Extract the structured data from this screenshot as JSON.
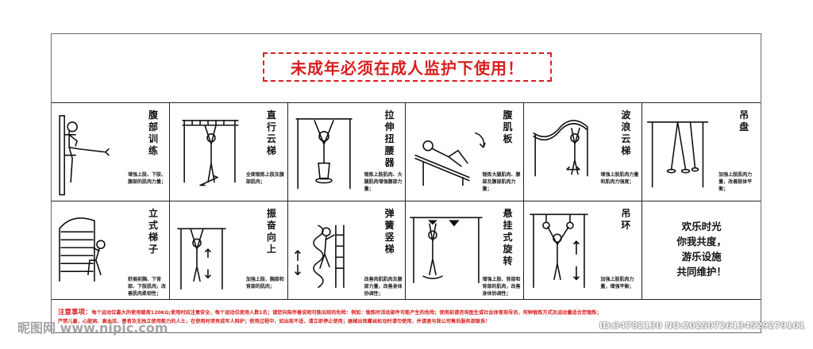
{
  "banner": "未成年必须在成人监护下使用！",
  "stations": [
    {
      "name": "腹部训练",
      "desc": "增强上肢、下肢、腹部的肌肉力量；",
      "icon": "abdominal-trainer-icon"
    },
    {
      "name": "直行云梯",
      "desc": "全面锻炼上肢及腹部肌肉；",
      "icon": "monkey-bars-icon"
    },
    {
      "name": "拉伸扭腰器",
      "desc": "锻炼上肢肌肉、大腿肌肉增强腰部力量；",
      "icon": "waist-twister-icon"
    },
    {
      "name": "腹肌板",
      "desc": "锻炼大腿肌肉、腰部及腹部肌肉力量；",
      "icon": "sit-up-board-icon"
    },
    {
      "name": "波浪云梯",
      "desc": "增强上肢肌肉力量和肌肉力强度；",
      "icon": "wave-ladder-icon"
    },
    {
      "name": "吊盘",
      "desc": "加强上肢肌肉力量，改善肢体平衡；",
      "icon": "hanging-disc-icon"
    },
    {
      "name": "立式梯子",
      "desc": "舒展前胸、下背部、下肢肌肉，改善肌肉柔韧性；",
      "icon": "wall-ladder-icon"
    },
    {
      "name": "振奋向上",
      "desc": "加强上肢、胸部和背部的肌肉；",
      "icon": "pull-up-bar-icon"
    },
    {
      "name": "弹簧竖梯",
      "desc": "改善肉肌肌肉及腰部力量，改善身体协调性；",
      "icon": "spring-ladder-icon"
    },
    {
      "name": "悬挂式旋转",
      "desc": "增强上肢、背部和背部的肌肉，改善身体协调性；",
      "icon": "hanging-rotator-icon"
    },
    {
      "name": "吊环",
      "desc": "加强上肢肌肉力量，增强平衡；",
      "icon": "rings-icon"
    }
  ],
  "slogan": [
    "欢乐时光",
    "你我共度，",
    "游乐设施",
    "共同维护！"
  ],
  "notice": {
    "heading": "注意事项：",
    "line1": "每个运动位最大的使用载荷120KG;使用时应注意安全，每个运动位使用人数1名；请您向陪伴着说明可能出现的危险：例如：锻炼时活动部件可能产生的危险；使用前请咨询医生或社会体育指导员，何种锻炼方式及运动量适合您锻炼；",
    "line2": "严禁儿童，心脏病、高血压、患者及无独立使用能力的人士，在使用时须有成年人陪护；使用过程中，如出现不适，请立即停止使用；器械出现螺丝松动时请勿使用，并请速与我公司售后服务部联系！"
  },
  "watermark": {
    "left": "昵图网 www.nipic.com",
    "right": "ID:34782130 NO:20250726134529279101"
  },
  "colors": {
    "accent": "#d81e1e",
    "line": "#222222"
  }
}
